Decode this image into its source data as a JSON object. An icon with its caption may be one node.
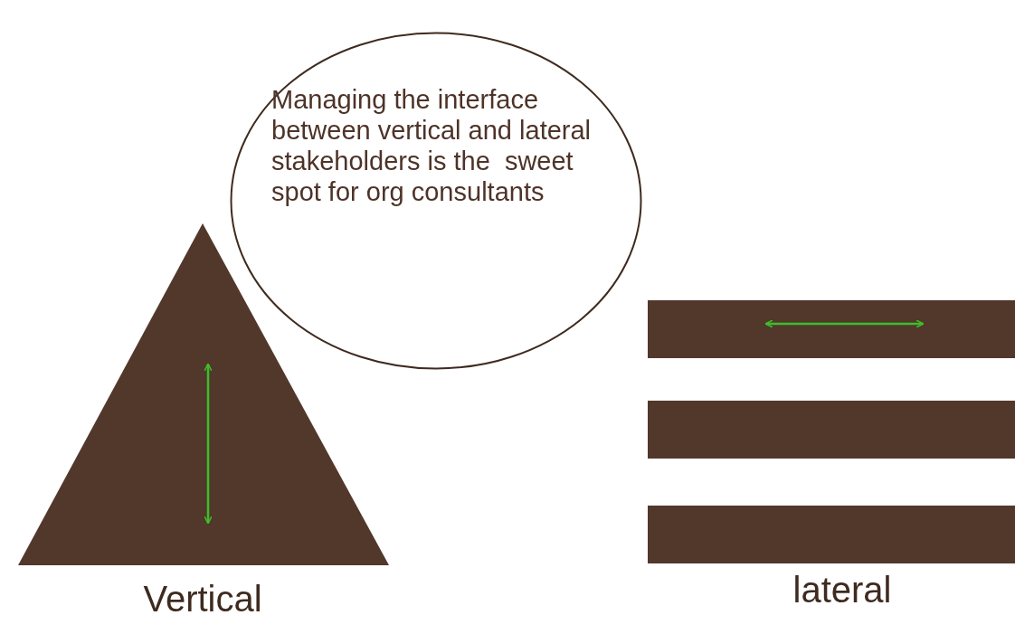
{
  "diagram": {
    "nodes": [
      {
        "text": [
          "Managing the interface between vertical and lateral stakeholders is the  sweet spot for org consultants"
        ]
      }
    ],
    "edges": [],
    "labels": [
      "Vertical",
      "lateral"
    ]
  }
}
